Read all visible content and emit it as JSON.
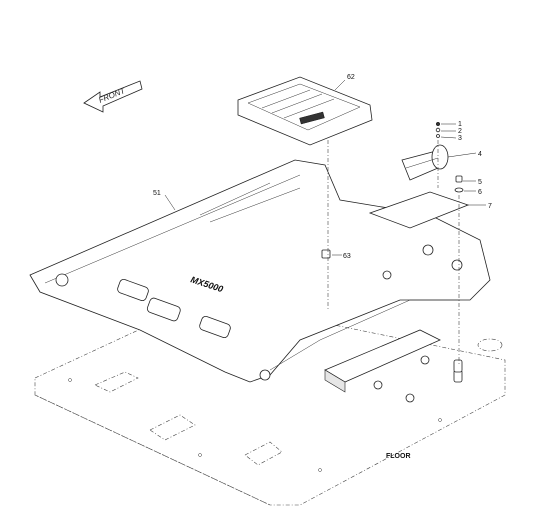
{
  "front_label": "FRONT",
  "floor_label": "FLOOR",
  "logo_text": "MX5000",
  "callouts": [
    {
      "id": "c62",
      "text": "62"
    },
    {
      "id": "c51",
      "text": "51"
    },
    {
      "id": "c63",
      "text": "63"
    },
    {
      "id": "c1",
      "text": "1"
    },
    {
      "id": "c2",
      "text": "2"
    },
    {
      "id": "c3",
      "text": "3"
    },
    {
      "id": "c4",
      "text": "4"
    },
    {
      "id": "c5",
      "text": "5"
    },
    {
      "id": "c6",
      "text": "6"
    },
    {
      "id": "c7",
      "text": "7"
    }
  ]
}
